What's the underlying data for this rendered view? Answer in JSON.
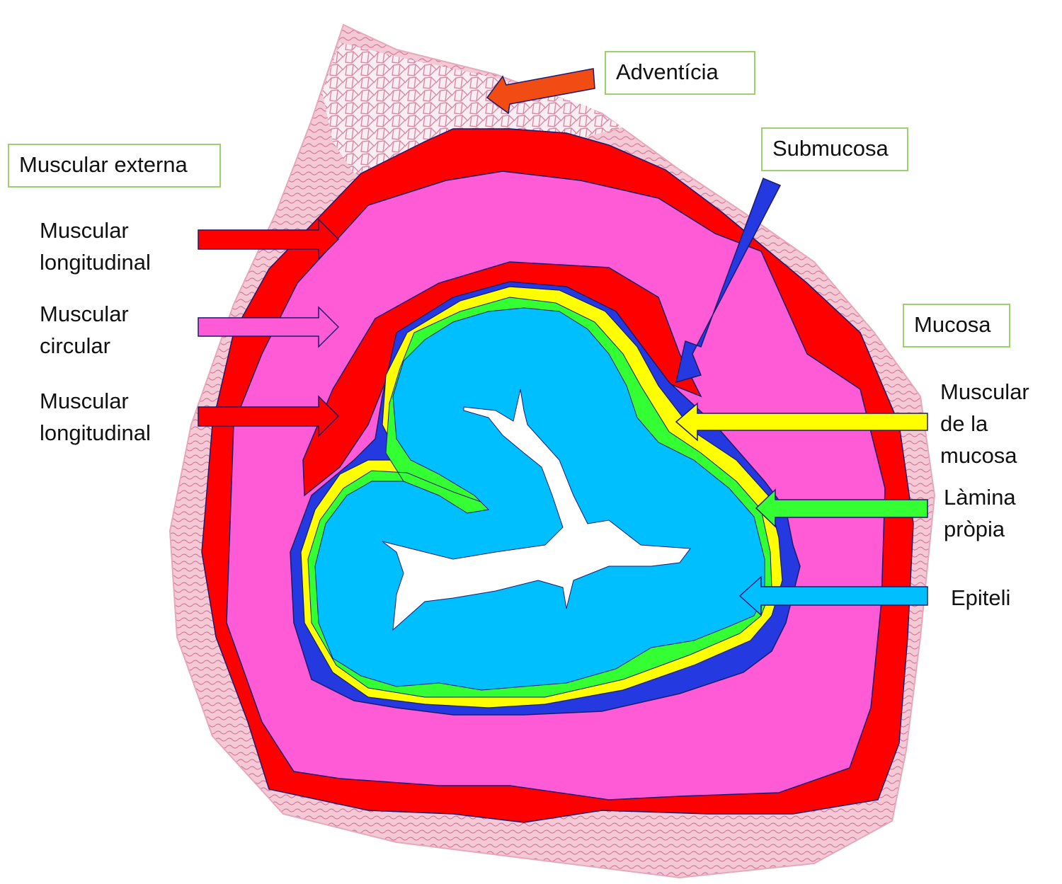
{
  "colors": {
    "adventicia_arrow": "#f04c14",
    "muscular_longitudinal": "#ff0000",
    "muscular_circular": "#ff5bd6",
    "submucosa": "#2439e0",
    "muscular_de_la_mucosa": "#ffff00",
    "lamina_propia": "#33ff33",
    "epiteli": "#00bfff",
    "lumen": "#ffffff",
    "tissue": "#e8a8bc",
    "outline": "#1a1a6e",
    "box_border": "#9ccf6e"
  },
  "labels": {
    "adventicia": "Adventícia",
    "muscular_externa": "Muscular externa",
    "submucosa": "Submucosa",
    "mucosa": "Mucosa",
    "muscular_longitudinal_outer": "Muscular\nlongitudinal",
    "muscular_circular": "Muscular\ncircular",
    "muscular_longitudinal_inner": "Muscular\nlongitudinal",
    "muscular_de_la_mucosa": "Muscular\nde la\nmucosa",
    "lamina_propia": "Làmina\npròpia",
    "epiteli": "Epiteli"
  }
}
